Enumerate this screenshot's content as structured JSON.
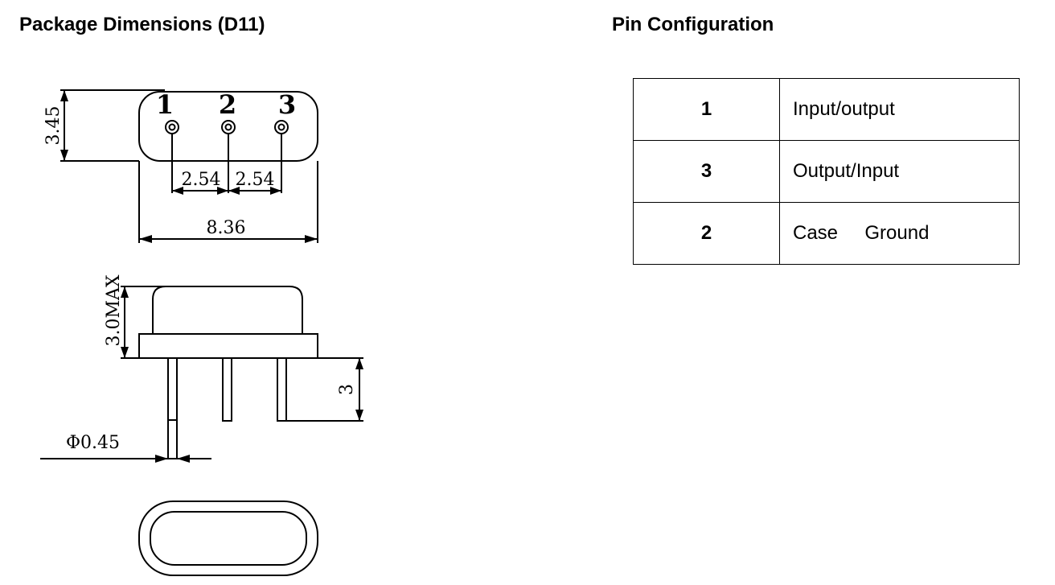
{
  "titles": {
    "left": "Package Dimensions (D11)",
    "right": "Pin Configuration"
  },
  "drawing": {
    "pin_labels": [
      "1",
      "2",
      "3"
    ],
    "dims": {
      "height_top": "3.45",
      "pitch_1": "2.54",
      "pitch_2": "2.54",
      "width": "8.36",
      "body_height": "3.0MAX",
      "lead_length": "3",
      "lead_dia": "Φ0.45"
    }
  },
  "pin_table": [
    {
      "pin": "1",
      "function": "Input/output"
    },
    {
      "pin": "3",
      "function": "Output/Input"
    },
    {
      "pin": "2",
      "function": "Case     Ground"
    }
  ]
}
